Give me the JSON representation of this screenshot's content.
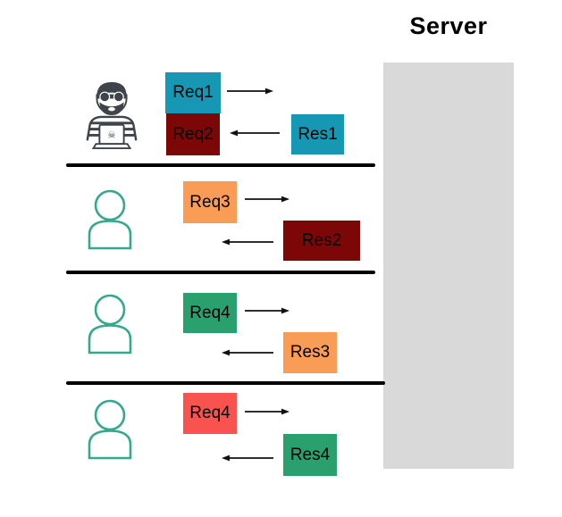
{
  "title": {
    "label": "Server"
  },
  "server": {
    "fill": "#d9d9d9"
  },
  "palette": {
    "teal": "#1697b4",
    "dark_red": "#7d0707",
    "orange": "#f99c55",
    "green": "#2aa06e",
    "red": "#f95350",
    "line_black": "#000000",
    "attacker_icon_gray": "#3e444a",
    "user_icon_green": "#34a98b"
  },
  "rows": [
    {
      "client": "attacker",
      "client_icon": "hacker-laptop-icon",
      "requests": [
        {
          "label": "Req1",
          "fill": "#1697b4"
        },
        {
          "label": "Req2",
          "fill": "#7d0707"
        }
      ],
      "response": {
        "label": "Res1",
        "fill": "#1697b4"
      }
    },
    {
      "client": "user",
      "client_icon": "user-icon",
      "requests": [
        {
          "label": "Req3",
          "fill": "#f99c55"
        }
      ],
      "response": {
        "label": "Res2",
        "fill": "#7d0707"
      }
    },
    {
      "client": "user",
      "client_icon": "user-icon",
      "requests": [
        {
          "label": "Req4",
          "fill": "#2aa06e"
        }
      ],
      "response": {
        "label": "Res3",
        "fill": "#f99c55"
      }
    },
    {
      "client": "user",
      "client_icon": "user-icon",
      "requests": [
        {
          "label": "Req4",
          "fill": "#f95350"
        }
      ],
      "response": {
        "label": "Res4",
        "fill": "#2aa06e"
      }
    }
  ]
}
